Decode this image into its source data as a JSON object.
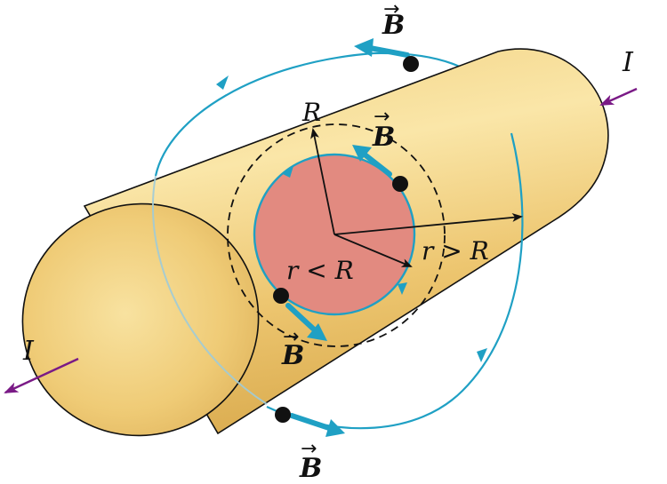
{
  "labels": {
    "current_right": "I",
    "current_left": "I",
    "radius_R": "R",
    "inner_radius": "r < R",
    "outer_radius": "r > R",
    "field_top": "B",
    "field_inner_top": "B",
    "field_inner_bottom": "B",
    "field_bottom": "B",
    "vector_arrow": "→"
  },
  "colors": {
    "cylinder_light": "#f6dc94",
    "cylinder_mid": "#ecc76c",
    "cylinder_dark": "#d9ab4a",
    "core": "#e28a80",
    "field_line": "#1fa0c4",
    "current_arrow": "#7a1a86",
    "ink": "#111111"
  }
}
